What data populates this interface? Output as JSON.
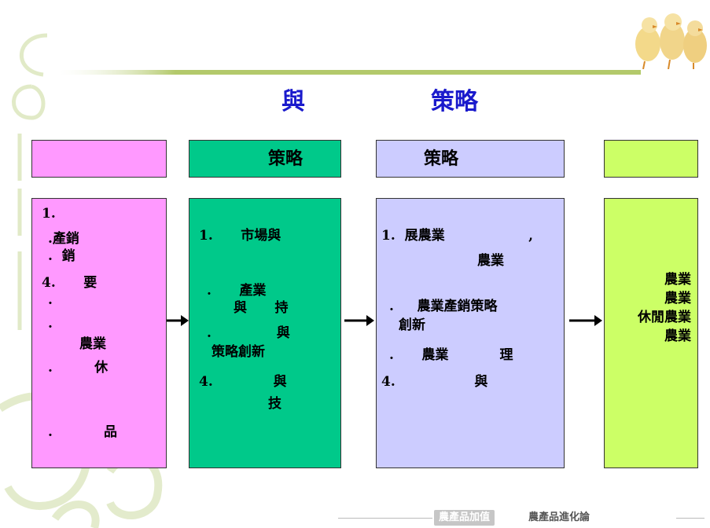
{
  "title": {
    "part1": "與",
    "part2": "策略"
  },
  "headers": [
    "",
    "策略",
    "策略",
    ""
  ],
  "columns": {
    "col1": [
      "1.",
      ".產銷",
      ".  銷",
      "4.      要",
      ".",
      ".",
      "農業",
      ".         休",
      ".           品"
    ],
    "col2": [
      "1.      市場與",
      ".      產業",
      "與      持",
      ".              與",
      "策略創新",
      "4.             與",
      "技"
    ],
    "col3": [
      "1.  展農業                  ,",
      "農業",
      ".     農業產銷策略",
      "創新",
      ".      農業           理",
      "4.                 與"
    ],
    "col4": [
      "農業",
      "農業",
      "休閒農業",
      "農業"
    ]
  },
  "footer": {
    "tag": "農產品加值",
    "title": "農產品進化論"
  },
  "colors": {
    "title": "#1a1acc",
    "col1": "#ff99ff",
    "col2": "#00c98a",
    "col3": "#ccccff",
    "col4": "#ccff66",
    "rule": "#b3c96b"
  },
  "icons": [
    "swirl-decoration",
    "chick-photo",
    "right-arrow-icon"
  ]
}
